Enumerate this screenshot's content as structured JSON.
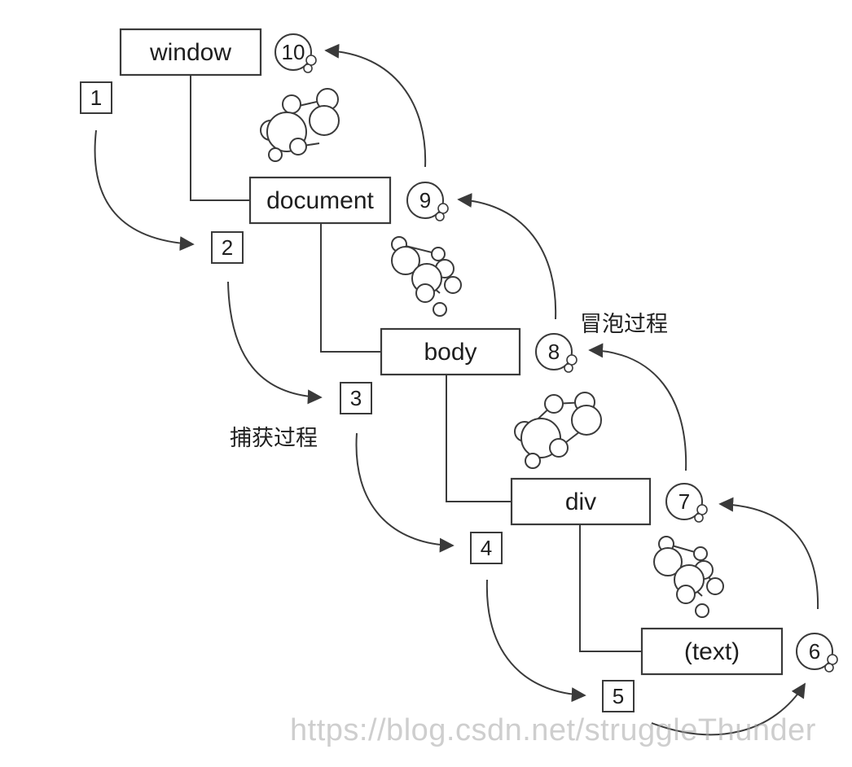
{
  "diagram": {
    "nodes": [
      {
        "id": "window",
        "label": "window"
      },
      {
        "id": "document",
        "label": "document"
      },
      {
        "id": "body",
        "label": "body"
      },
      {
        "id": "div",
        "label": "div"
      },
      {
        "id": "text",
        "label": "(text)"
      }
    ],
    "capture_steps": [
      "1",
      "2",
      "3",
      "4",
      "5"
    ],
    "bubble_steps": [
      "6",
      "7",
      "8",
      "9",
      "10"
    ],
    "capture_label": "捕获过程",
    "bubble_label": "冒泡过程"
  },
  "watermark": "https://blog.csdn.net/struggleThunder"
}
